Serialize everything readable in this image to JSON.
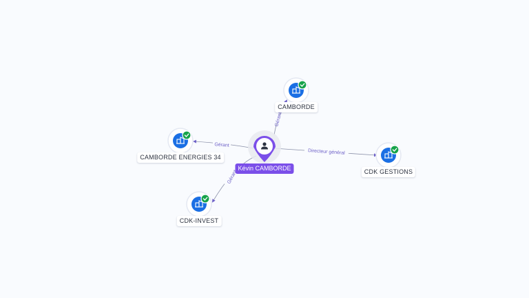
{
  "person": {
    "name": "Kévin CAMBORDE",
    "icon": "person-icon",
    "color": "#7b4fe9"
  },
  "companies": [
    {
      "id": "camborde",
      "name": "CAMBORDE",
      "icon": "company-icon",
      "status": "verified"
    },
    {
      "id": "camborde-energies-34",
      "name": "CAMBORDE ENERGIES 34",
      "icon": "company-icon",
      "status": "verified"
    },
    {
      "id": "cdk-gestions",
      "name": "CDK GESTIONS",
      "icon": "company-icon",
      "status": "verified"
    },
    {
      "id": "cdk-invest",
      "name": "CDK-INVEST",
      "icon": "company-icon",
      "status": "verified"
    }
  ],
  "relations": [
    {
      "to": "camborde",
      "label": "Gérant"
    },
    {
      "to": "camborde-energies-34",
      "label": "Gérant"
    },
    {
      "to": "cdk-gestions",
      "label": "Directeur général"
    },
    {
      "to": "cdk-invest",
      "label": "Gérant"
    }
  ],
  "colors": {
    "company_blue": "#1b6fe4",
    "verified_green": "#16a34a",
    "edge": "#8a90a8",
    "edge_label": "#6f62c8"
  }
}
